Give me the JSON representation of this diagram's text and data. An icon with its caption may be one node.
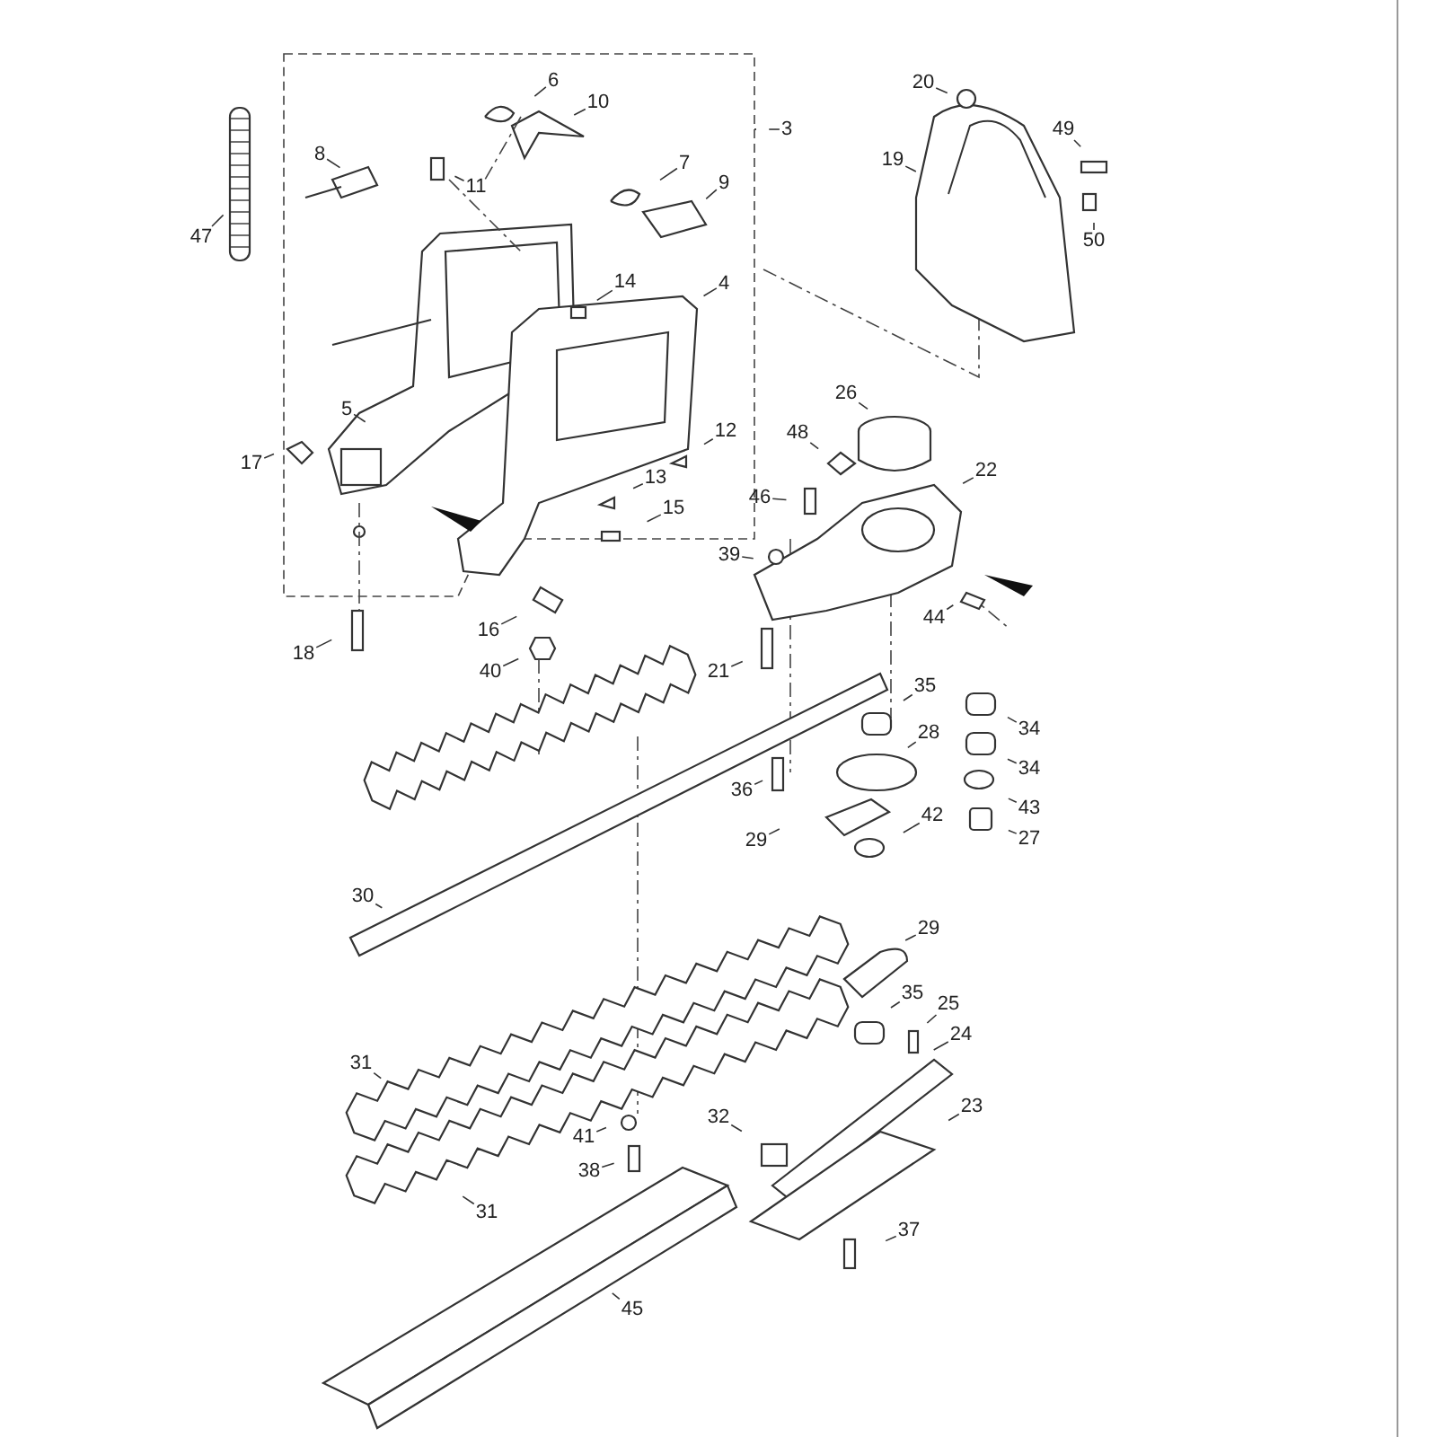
{
  "diagram": {
    "nodes": [
      {
        "text": [
          "3"
        ]
      },
      {
        "text": [
          "6"
        ]
      },
      {
        "text": [
          "10"
        ]
      },
      {
        "text": [
          "11"
        ]
      },
      {
        "text": [
          "7"
        ]
      },
      {
        "text": [
          "9"
        ]
      },
      {
        "text": [
          "8"
        ]
      },
      {
        "text": [
          "47"
        ]
      },
      {
        "text": [
          "14"
        ]
      },
      {
        "text": [
          "4"
        ]
      },
      {
        "text": [
          "5"
        ]
      },
      {
        "text": [
          "17"
        ]
      },
      {
        "text": [
          "12"
        ]
      },
      {
        "text": [
          "13"
        ]
      },
      {
        "text": [
          "15"
        ]
      },
      {
        "text": [
          "16"
        ]
      },
      {
        "text": [
          "18"
        ]
      },
      {
        "text": [
          "40"
        ]
      },
      {
        "text": [
          "20"
        ]
      },
      {
        "text": [
          "19"
        ]
      },
      {
        "text": [
          "49"
        ]
      },
      {
        "text": [
          "50"
        ]
      },
      {
        "text": [
          "26"
        ]
      },
      {
        "text": [
          "48"
        ]
      },
      {
        "text": [
          "22"
        ]
      },
      {
        "text": [
          "46"
        ]
      },
      {
        "text": [
          "39"
        ]
      },
      {
        "text": [
          "44"
        ]
      },
      {
        "text": [
          "21"
        ]
      },
      {
        "text": [
          "35"
        ]
      },
      {
        "text": [
          "34"
        ]
      },
      {
        "text": [
          "34"
        ]
      },
      {
        "text": [
          "28"
        ]
      },
      {
        "text": [
          "36"
        ]
      },
      {
        "text": [
          "43"
        ]
      },
      {
        "text": [
          "27"
        ]
      },
      {
        "text": [
          "29"
        ]
      },
      {
        "text": [
          "42"
        ]
      },
      {
        "text": [
          "30"
        ]
      },
      {
        "text": [
          "29"
        ]
      },
      {
        "text": [
          "35"
        ]
      },
      {
        "text": [
          "25"
        ]
      },
      {
        "text": [
          "24"
        ]
      },
      {
        "text": [
          "31"
        ]
      },
      {
        "text": [
          "32"
        ]
      },
      {
        "text": [
          "41"
        ]
      },
      {
        "text": [
          "23"
        ]
      },
      {
        "text": [
          "38"
        ]
      },
      {
        "text": [
          "31"
        ]
      },
      {
        "text": [
          "37"
        ]
      },
      {
        "text": [
          "45"
        ]
      }
    ],
    "edges": [
      {
        "from": 0,
        "to": null,
        "arrow": "none"
      },
      {
        "from": 1,
        "to": null,
        "arrow": "none"
      },
      {
        "from": 2,
        "to": null,
        "arrow": "none"
      },
      {
        "from": 3,
        "to": null,
        "arrow": "none"
      },
      {
        "from": 4,
        "to": null,
        "arrow": "none"
      },
      {
        "from": 5,
        "to": null,
        "arrow": "none"
      },
      {
        "from": 6,
        "to": null,
        "arrow": "none"
      },
      {
        "from": 7,
        "to": null,
        "arrow": "none"
      },
      {
        "from": 8,
        "to": null,
        "arrow": "none"
      },
      {
        "from": 9,
        "to": null,
        "arrow": "none"
      },
      {
        "from": 10,
        "to": null,
        "arrow": "none"
      },
      {
        "from": 11,
        "to": null,
        "arrow": "none"
      },
      {
        "from": 12,
        "to": null,
        "arrow": "none"
      },
      {
        "from": 13,
        "to": null,
        "arrow": "none"
      },
      {
        "from": 14,
        "to": null,
        "arrow": "none"
      },
      {
        "from": 15,
        "to": null,
        "arrow": "none"
      },
      {
        "from": 16,
        "to": null,
        "arrow": "none"
      },
      {
        "from": 17,
        "to": null,
        "arrow": "none"
      },
      {
        "from": 18,
        "to": null,
        "arrow": "none"
      },
      {
        "from": 19,
        "to": null,
        "arrow": "none"
      },
      {
        "from": 20,
        "to": null,
        "arrow": "none"
      },
      {
        "from": 21,
        "to": null,
        "arrow": "none"
      },
      {
        "from": 22,
        "to": null,
        "arrow": "none"
      },
      {
        "from": 23,
        "to": null,
        "arrow": "none"
      },
      {
        "from": 24,
        "to": null,
        "arrow": "none"
      },
      {
        "from": 25,
        "to": null,
        "arrow": "none"
      },
      {
        "from": 26,
        "to": null,
        "arrow": "none"
      },
      {
        "from": 27,
        "to": null,
        "arrow": "none"
      },
      {
        "from": 28,
        "to": null,
        "arrow": "none"
      },
      {
        "from": 29,
        "to": null,
        "arrow": "none"
      },
      {
        "from": 30,
        "to": null,
        "arrow": "none"
      },
      {
        "from": 31,
        "to": null,
        "arrow": "none"
      },
      {
        "from": 32,
        "to": null,
        "arrow": "none"
      },
      {
        "from": 33,
        "to": null,
        "arrow": "none"
      },
      {
        "from": 34,
        "to": null,
        "arrow": "none"
      },
      {
        "from": 35,
        "to": null,
        "arrow": "none"
      },
      {
        "from": 36,
        "to": null,
        "arrow": "none"
      },
      {
        "from": 37,
        "to": null,
        "arrow": "none"
      },
      {
        "from": 38,
        "to": null,
        "arrow": "none"
      },
      {
        "from": 39,
        "to": null,
        "arrow": "none"
      },
      {
        "from": 40,
        "to": null,
        "arrow": "none"
      },
      {
        "from": 41,
        "to": null,
        "arrow": "none"
      },
      {
        "from": 42,
        "to": null,
        "arrow": "none"
      },
      {
        "from": 43,
        "to": null,
        "arrow": "none"
      },
      {
        "from": 44,
        "to": null,
        "arrow": "none"
      },
      {
        "from": 45,
        "to": null,
        "arrow": "none"
      },
      {
        "from": 46,
        "to": null,
        "arrow": "none"
      },
      {
        "from": 47,
        "to": null,
        "arrow": "none"
      },
      {
        "from": 48,
        "to": null,
        "arrow": "none"
      },
      {
        "from": 49,
        "to": null,
        "arrow": "none"
      },
      {
        "from": 50,
        "to": null,
        "arrow": "none"
      }
    ]
  }
}
